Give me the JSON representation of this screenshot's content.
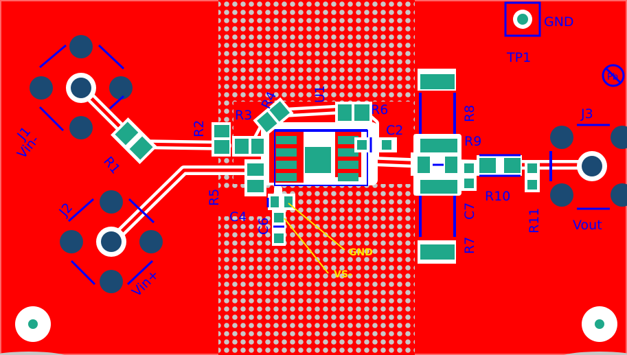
{
  "colors": {
    "board": "#ff0000",
    "trace": "#ffffff",
    "pad": "#1fa88a",
    "silkscreen": "#0000ff",
    "via_hole": "#1b4a73",
    "annotation": "#ffe400",
    "keepout": "#c8c8c8"
  },
  "labels": {
    "gnd": "GND",
    "tp1": "TP1",
    "j1": "J1",
    "j1_name": "Vin-",
    "j2": "J2",
    "j2_name": "Vin+",
    "j3": "J3",
    "j3_name": "Vout",
    "r1": "R1",
    "r2": "R2",
    "r3": "R3",
    "r4": "R4",
    "r5": "R5",
    "r6": "R6",
    "r7": "R7",
    "r8": "R8",
    "r9": "R9",
    "r10": "R10",
    "r11": "R11",
    "u1": "U1",
    "c2": "C2",
    "c4": "C4",
    "c6": "C6",
    "c7": "C7",
    "pb": "Pb"
  },
  "annotations": {
    "gnd": "GND",
    "vs": "VS-"
  },
  "icons": {
    "lead_free": "lead-free-icon"
  }
}
